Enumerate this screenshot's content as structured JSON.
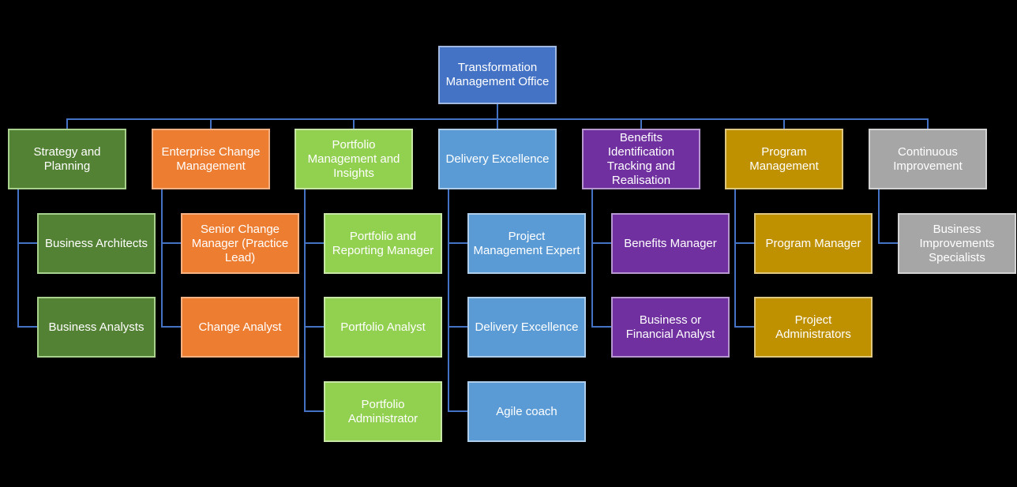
{
  "connector_color": "#4472C4",
  "background_color": "#000000",
  "root": {
    "label": "Transformation Management Office",
    "fill": "#4472C4",
    "border": "#A1B8E1"
  },
  "groups": [
    {
      "label": "Strategy and Planning",
      "fill": "#548235",
      "border": "#A9D18E",
      "children": [
        "Business Architects",
        "Business Analysts"
      ]
    },
    {
      "label": "Enterprise Change Management",
      "fill": "#ED7D31",
      "border": "#F4B183",
      "children": [
        "Senior Change Manager (Practice Lead)",
        "Change Analyst"
      ]
    },
    {
      "label": "Portfolio Management and Insights",
      "fill": "#92D050",
      "border": "#C8E7A7",
      "children": [
        "Portfolio and Reporting Manager",
        "Portfolio Analyst",
        "Portfolio Administrator"
      ]
    },
    {
      "label": "Delivery Excellence",
      "fill": "#5B9BD5",
      "border": "#ADCDEA",
      "children": [
        "Project Management Expert",
        "Delivery Excellence",
        "Agile coach"
      ]
    },
    {
      "label": "Benefits Identification Tracking and Realisation",
      "fill": "#7030A0",
      "border": "#B797CF",
      "children": [
        "Benefits Manager",
        "Business or Financial Analyst"
      ]
    },
    {
      "label": "Program Management",
      "fill": "#BF9000",
      "border": "#DFC77F",
      "children": [
        "Program Manager",
        "Project Administrators"
      ]
    },
    {
      "label": "Continuous Improvement",
      "fill": "#A6A6A6",
      "border": "#D2D2D2",
      "children": [
        "Business Improvements Specialists"
      ]
    }
  ]
}
